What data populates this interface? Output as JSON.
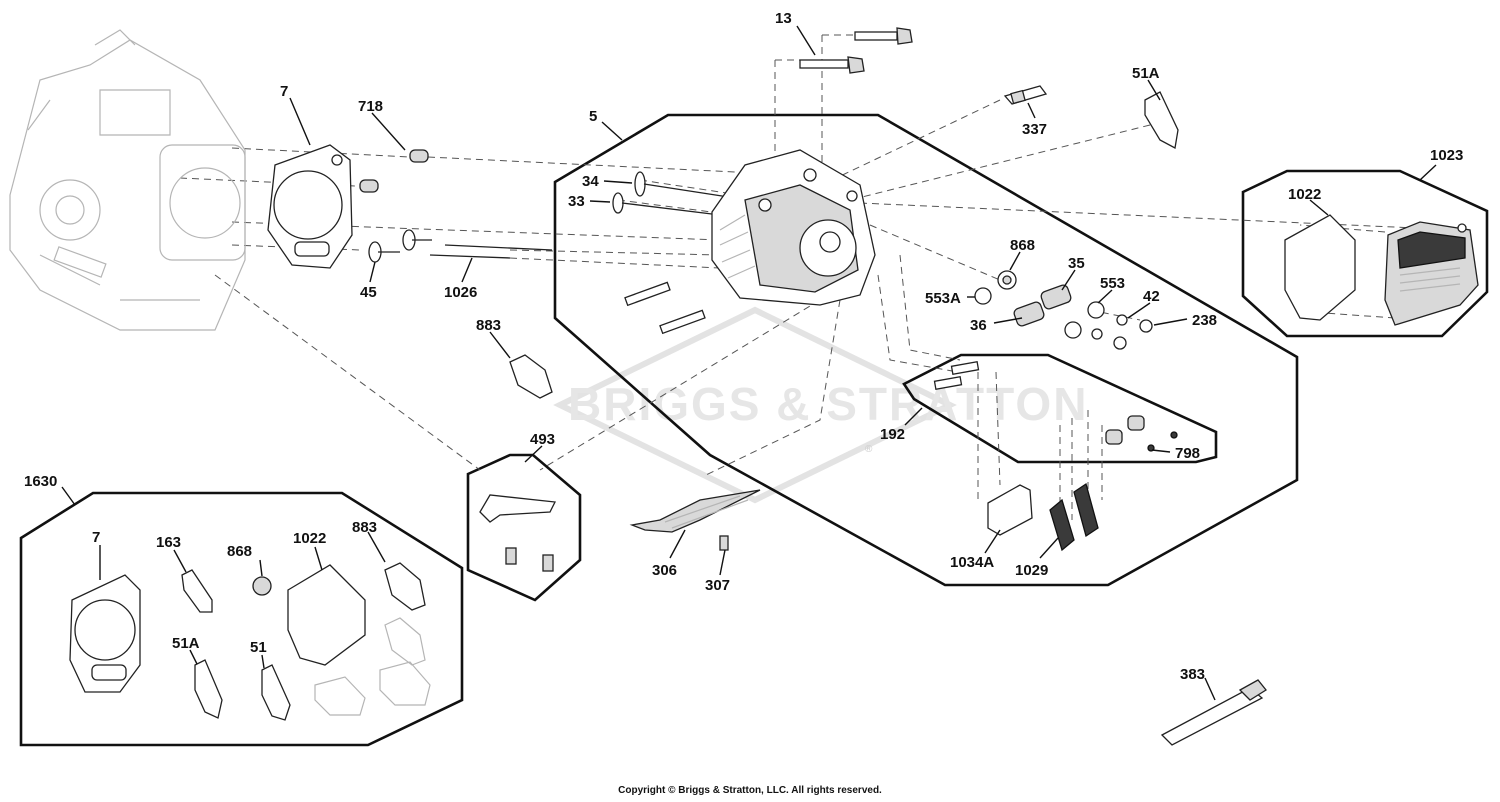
{
  "watermark": {
    "text": "BRIGGS & STRATTON",
    "registered": "®"
  },
  "callouts": {
    "p13": "13",
    "p51A": "51A",
    "p337": "337",
    "p718": "718",
    "p7": "7",
    "p5": "5",
    "p34": "34",
    "p33": "33",
    "p1023": "1023",
    "p1022": "1022",
    "p868": "868",
    "p35": "35",
    "p553": "553",
    "p553A": "553A",
    "p42": "42",
    "p36": "36",
    "p238": "238",
    "p45": "45",
    "p1026": "1026",
    "p883": "883",
    "p192": "192",
    "p798": "798",
    "p493": "493",
    "p1630": "1630",
    "p306": "306",
    "p307": "307",
    "p1034A": "1034A",
    "p1029": "1029",
    "p383": "383",
    "k7": "7",
    "k163": "163",
    "k868": "868",
    "k1022": "1022",
    "k883": "883",
    "k51A": "51A",
    "k51": "51"
  },
  "footer": {
    "copyright": "Copyright © Briggs & Stratton, LLC. All rights reserved."
  }
}
